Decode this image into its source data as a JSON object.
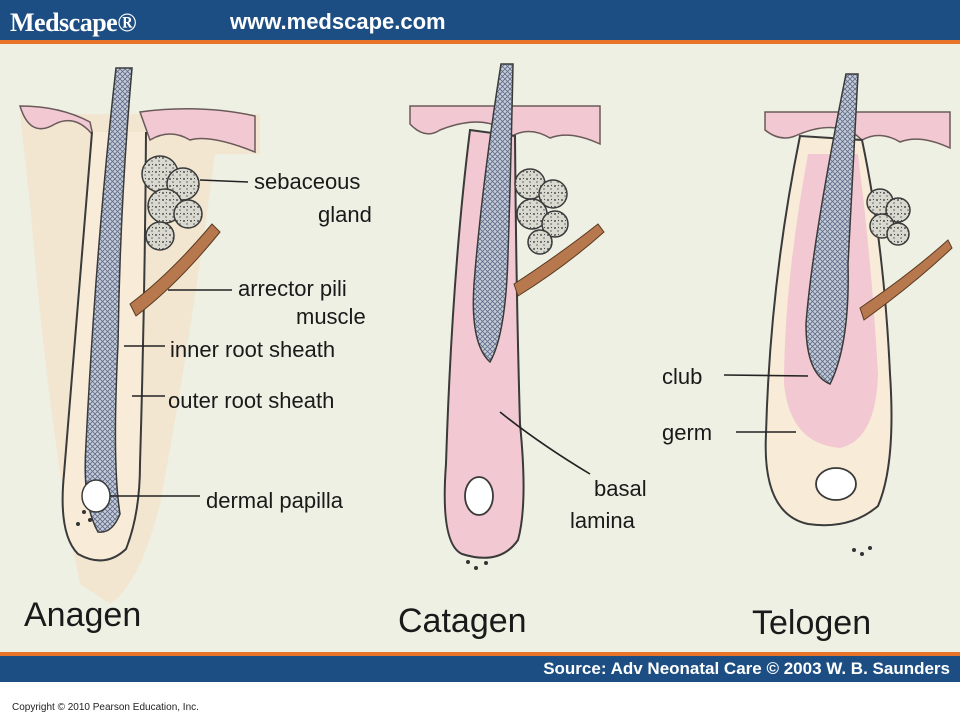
{
  "header": {
    "logo": "Medscape®",
    "url": "www.medscape.com"
  },
  "labels": {
    "sebaceous": "sebaceous",
    "gland": "gland",
    "arrector": "arrector pili",
    "muscle": "muscle",
    "inner_root": "inner root sheath",
    "outer_root": "outer root sheath",
    "dermal_papilla": "dermal papilla",
    "basal": "basal",
    "lamina": "lamina",
    "club": "club",
    "germ": "germ"
  },
  "stages": {
    "anagen": "Anagen",
    "catagen": "Catagen",
    "telogen": "Telogen"
  },
  "footer": {
    "source": "Source: Adv Neonatal Care © 2003 W. B. Saunders",
    "copyright": "Copyright © 2010 Pearson Education, Inc."
  },
  "colors": {
    "header_bg": "#1d4e83",
    "accent": "#e8742a",
    "skin": "#f2c9d2",
    "background": "#eef0e3"
  }
}
